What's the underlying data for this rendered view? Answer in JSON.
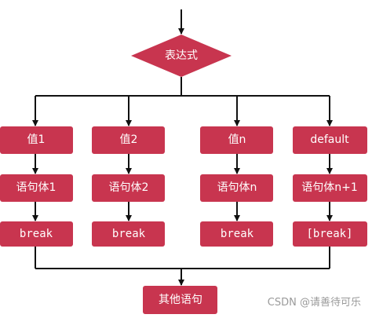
{
  "colors": {
    "node": "#c8354f",
    "line": "#111111"
  },
  "flow": {
    "decision": "表达式",
    "branches": [
      {
        "case": "值1",
        "body": "语句体1",
        "brk": "break"
      },
      {
        "case": "值2",
        "body": "语句体2",
        "brk": "break"
      },
      {
        "case": "值n",
        "body": "语句体n",
        "brk": "break"
      },
      {
        "case": "default",
        "body": "语句体n+1",
        "brk": "[break]"
      }
    ],
    "end": "其他语句"
  },
  "watermark": "CSDN @请善待可乐"
}
